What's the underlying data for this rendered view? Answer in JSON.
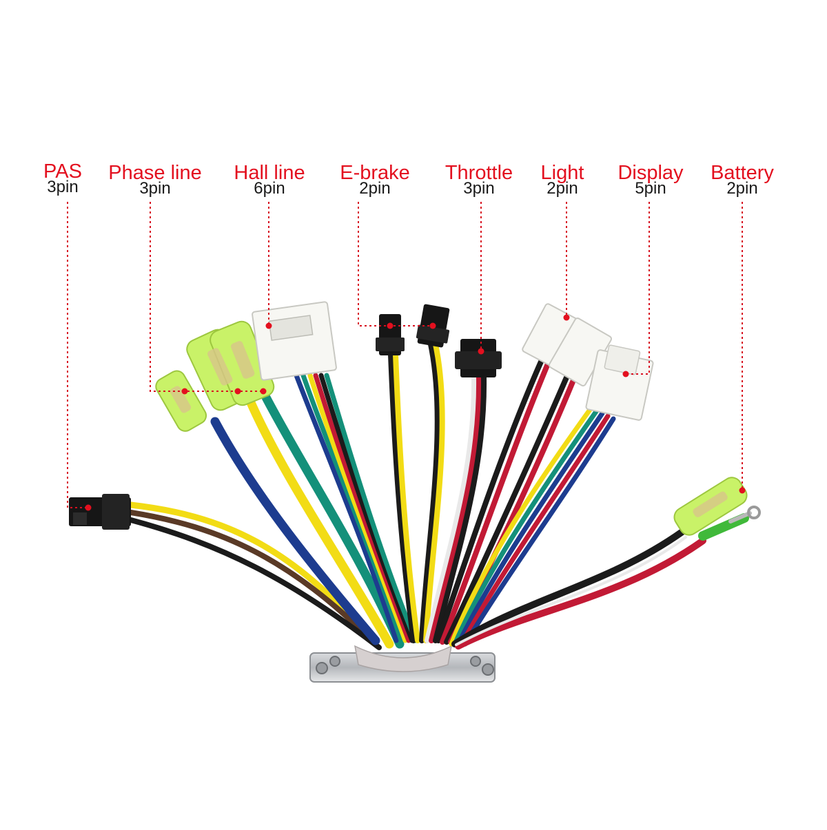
{
  "connectors": [
    {
      "id": "pas",
      "name": "PAS",
      "pins": "3pin"
    },
    {
      "id": "phase",
      "name": "Phase line",
      "pins": "3pin"
    },
    {
      "id": "hall",
      "name": "Hall line",
      "pins": "6pin"
    },
    {
      "id": "ebrake",
      "name": "E-brake",
      "pins": "2pin"
    },
    {
      "id": "throttle",
      "name": "Throttle",
      "pins": "3pin"
    },
    {
      "id": "light",
      "name": "Light",
      "pins": "2pin"
    },
    {
      "id": "display",
      "name": "Display",
      "pins": "5pin"
    },
    {
      "id": "battery",
      "name": "Battery",
      "pins": "2pin"
    }
  ],
  "colors": {
    "label": "#e3101f",
    "leader": "#d81020",
    "pin_text": "#1a1a1a",
    "wire_yellow": "#f2dc15",
    "wire_blue": "#1d3c8f",
    "wire_green": "#14907a",
    "wire_red": "#c21a35",
    "wire_black": "#1b1b1b",
    "wire_white": "#e9e9e9",
    "wire_brown": "#5a3a26",
    "housing_white": "#f7f7f3",
    "housing_black": "#161616",
    "sleeve_green": "#c9f268",
    "plate": "#b9bcc0"
  }
}
